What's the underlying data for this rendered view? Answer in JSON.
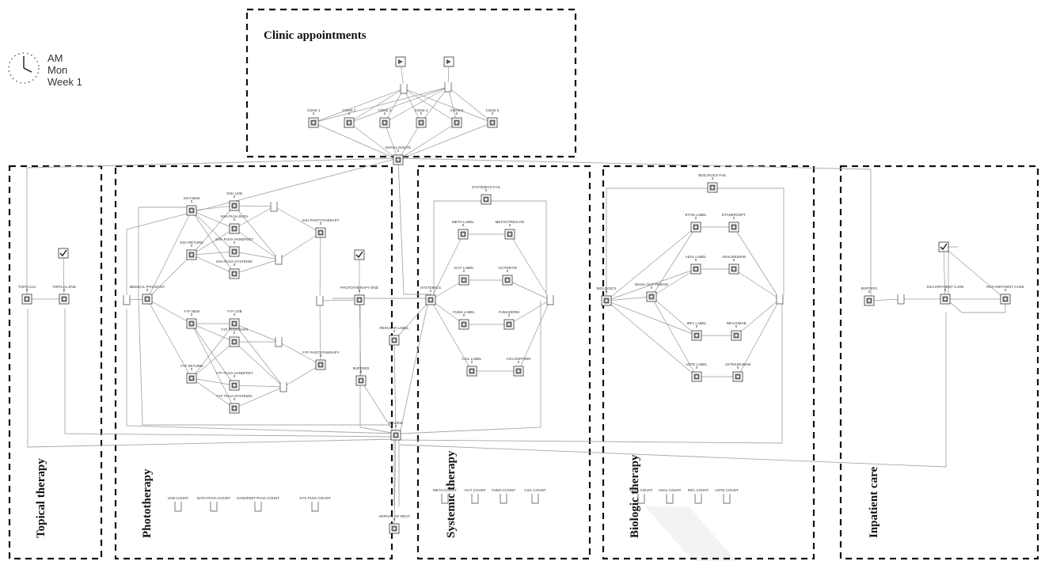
{
  "clock": {
    "period": "AM",
    "day": "Mon",
    "week": "Week 1"
  },
  "regions": {
    "clinic": "Clinic appointments",
    "topical": "Topical therapy",
    "phototherapy": "Phototherapy",
    "systemic": "Systemic therapy",
    "biologic": "Biologic therapy",
    "inpatient": "Inpatient care"
  },
  "nodes": {
    "cons1": "CONS 1",
    "cons2": "CONS 2",
    "cons3": "CONS 3",
    "cons4": "CONS 4",
    "cons5": "CONS 5",
    "cons6": "CONS 6",
    "initial_route": "INITIAL ROUTE",
    "topicals": "TOPICALS",
    "topical_end": "TOPICAL END",
    "medical_physicist": "MEDICAL PHYSICIST",
    "sxh_new": "SXH NEW",
    "sxh_uvb": "SXH UVB",
    "sxh_puva_bath": "SXH PUVA BATH",
    "sxh_return": "SXH RETURN",
    "sxh_puva_handfeet": "SXH PUVA HANDFEET",
    "sxh_puva_systemic": "SXH PUVA SYSTEMIC",
    "sxh_phototherapy": "SXH PHOTOTHERAPY",
    "yyf_new": "YYF NEW",
    "yyf_uvb": "YYF UVB",
    "yyf_puva_bath": "YYF PUVA BATH",
    "yyf_return": "YYF RETURN",
    "yyf_puva_handfeet": "YYF PUVA HANDFEET",
    "yyf_puva_systemic": "YYF PUVA SYSTEMIC",
    "yyf_phototherapy": "YYF PHOTOTHERAPY",
    "phototherapy_end": "PHOTOTHERAPY END",
    "buffer2": "BUFFER2",
    "review": "REVIEW",
    "regular_label": "REGULAR LABEL",
    "arrival_of_rest": "ARRIVAL OF REST",
    "uvb_count": "UVB COUNT",
    "bath_puva_count": "BATH PUVA COUNT",
    "handfeet_puva_count": "HANDFEET PUVA COUNT",
    "sys_puva_count": "SYS PUVA COUNT",
    "systemics": "SYSTEMICS",
    "systemics_fail": "SYSTEMICS FAIL",
    "meth_label": "METH LABEL",
    "methotrexate": "METHOTREXATE",
    "acit_label": "ACIT LABEL",
    "acitretin": "ACITRETIN",
    "fuma_label": "FUMA LABEL",
    "fumaderm": "FUMADERM",
    "cicl_label": "CICL LABEL",
    "ciclosporin": "CICLOSPORIN",
    "meth_count": "METH COUNT",
    "acit_count": "ACIT COUNT",
    "fuma_count": "FUMA COUNT",
    "cicl_count": "CICL COUNT",
    "biologics": "BIOLOGICS",
    "biologics_fail": "BIOLOGICS FAIL",
    "wash_out_period": "WASH OUT PERIOD",
    "etan_label": "ETAN LABEL",
    "etanercept": "ETANERCEPT",
    "adal_label": "ADAL LABEL",
    "adalimumab": "ADALIMUMAB",
    "infl_label": "INFL LABEL",
    "infliximab": "INFLIXIMAB",
    "uste_label": "USTE LABEL",
    "ustekinumab": "USTEKINUMAB",
    "etan_count": "ETAN COUNT",
    "adal_count": "ADAL COUNT",
    "infl_count": "INFL COUNT",
    "uste_count": "USTE COUNT",
    "buffer1": "BUFFER1",
    "sxh_inpatient_care": "SXH INPATIENT CARE",
    "rch_inpatient_care": "RCH INPATIENT CARE"
  }
}
